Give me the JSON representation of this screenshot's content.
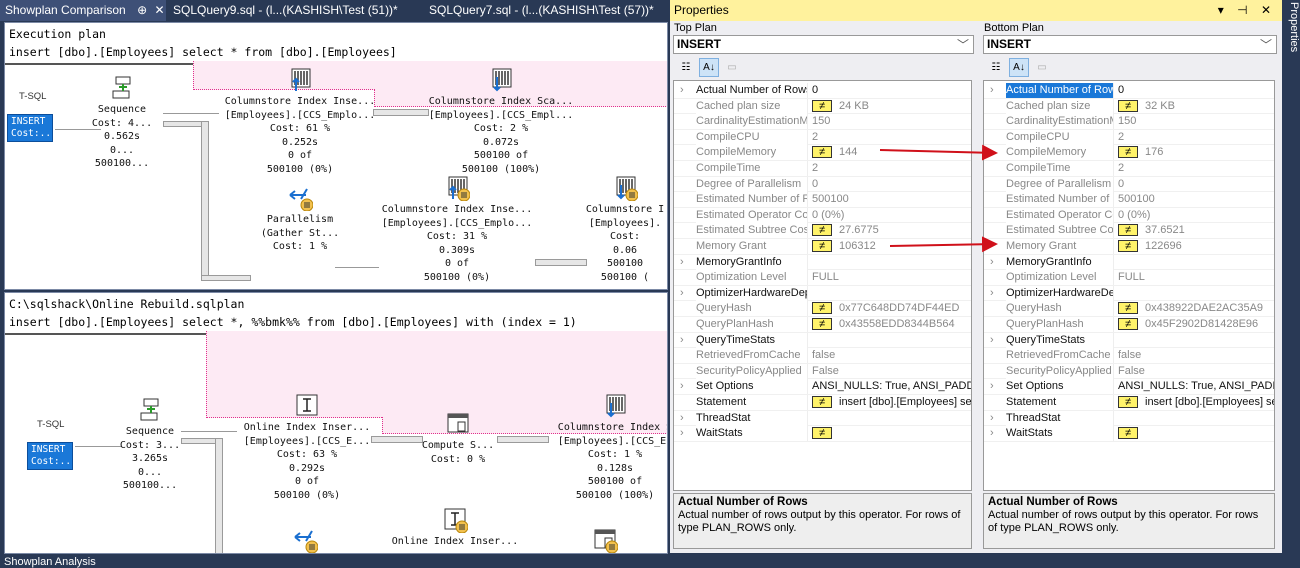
{
  "tabs": [
    {
      "label": "Showplan Comparison",
      "pin": "⊕",
      "close": "✕"
    },
    {
      "label": "SQLQuery9.sql - (l...(KASHISH\\Test (51))*"
    },
    {
      "label": "SQLQuery7.sql - (l...(KASHISH\\Test (57))*"
    }
  ],
  "top_plan": {
    "title": "Execution plan",
    "query": "insert [dbo].[Employees] select * from [dbo].[Employees]",
    "tsql": "T-SQL",
    "insert_lines": [
      "INSERT",
      "Cost:..."
    ],
    "nodes": [
      {
        "icon": "sequence-icon",
        "lines": [
          "Sequence",
          "Cost: 4...",
          "0.562s",
          "0...",
          "500100..."
        ]
      },
      {
        "icon": "columnstore-insert-icon",
        "lines": [
          "Columnstore Index Inse...",
          "[Employees].[CCS_Emplo...",
          "Cost: 61 %",
          "0.252s",
          "0 of",
          "500100 (0%)"
        ]
      },
      {
        "icon": "columnstore-scan-icon",
        "lines": [
          "Columnstore Index Sca...",
          "[Employees].[CCS_Empl...",
          "Cost: 2 %",
          "0.072s",
          "500100 of",
          "500100 (100%)"
        ]
      },
      {
        "icon": "parallelism-icon",
        "lines": [
          "Parallelism",
          "(Gather St...",
          "Cost: 1 %"
        ]
      },
      {
        "icon": "columnstore-insert-parallel-icon",
        "lines": [
          "Columnstore Index Inse...",
          "[Employees].[CCS_Emplo...",
          "Cost: 31 %",
          "0.309s",
          "0 of",
          "500100 (0%)"
        ]
      },
      {
        "icon": "columnstore-scan-parallel-icon",
        "lines": [
          "Columnstore I",
          "[Employees].",
          "Cost:",
          "0.06",
          "500100",
          "500100 ("
        ]
      }
    ]
  },
  "bottom_plan": {
    "title": "C:\\sqlshack\\Online Rebuild.sqlplan",
    "query": "insert [dbo].[Employees] select *, %%bmk%% from [dbo].[Employees] with (index = 1)",
    "tsql": "T-SQL",
    "insert_lines": [
      "INSERT",
      "Cost:..."
    ],
    "nodes": [
      {
        "icon": "sequence-icon",
        "lines": [
          "Sequence",
          "Cost: 3...",
          "3.265s",
          "0...",
          "500100..."
        ]
      },
      {
        "icon": "online-index-insert-icon",
        "lines": [
          "Online Index Inser...",
          "[Employees].[CCS_E...",
          "Cost: 63 %",
          "0.292s",
          "0 of",
          "500100 (0%)"
        ]
      },
      {
        "icon": "compute-scalar-icon",
        "lines": [
          "Compute S...",
          "Cost: 0 %"
        ]
      },
      {
        "icon": "columnstore-scan-icon",
        "lines": [
          "Columnstore Index S",
          "[Employees].[CCS_En",
          "Cost: 1 %",
          "0.128s",
          "500100 of",
          "500100 (100%)"
        ]
      },
      {
        "icon": "parallelism-icon",
        "lines": []
      },
      {
        "icon": "online-index-insert-parallel-icon",
        "lines": [
          "Online Index Inser..."
        ]
      },
      {
        "icon": "compute-scalar-parallel-icon",
        "lines": []
      }
    ]
  },
  "properties": {
    "title": "Properties",
    "controls": "▾ ⊣ ✕",
    "top": {
      "label": "Top Plan",
      "selected": "INSERT",
      "rows": [
        {
          "name": "Actual Number of Rows",
          "value": "0",
          "exp": true,
          "bold": true
        },
        {
          "name": "Cached plan size",
          "value": "24 KB",
          "neq": true
        },
        {
          "name": "CardinalityEstimationModelVersion",
          "value": "150"
        },
        {
          "name": "CompileCPU",
          "value": "2"
        },
        {
          "name": "CompileMemory",
          "value": "144",
          "neq": true
        },
        {
          "name": "CompileTime",
          "value": "2"
        },
        {
          "name": "Degree of Parallelism",
          "value": "0"
        },
        {
          "name": "Estimated Number of Rows",
          "value": "500100"
        },
        {
          "name": "Estimated Operator Cost",
          "value": "0 (0%)"
        },
        {
          "name": "Estimated Subtree Cost",
          "value": "27.6775",
          "neq": true
        },
        {
          "name": "Memory Grant",
          "value": "106312",
          "neq": true
        },
        {
          "name": "MemoryGrantInfo",
          "value": "",
          "exp": true,
          "bold": true
        },
        {
          "name": "Optimization Level",
          "value": "FULL"
        },
        {
          "name": "OptimizerHardwareDependentProperties",
          "value": "",
          "exp": true,
          "bold": true
        },
        {
          "name": "QueryHash",
          "value": "0x77C648DD74DF44ED",
          "neq": true
        },
        {
          "name": "QueryPlanHash",
          "value": "0x43558EDD8344B564",
          "neq": true
        },
        {
          "name": "QueryTimeStats",
          "value": "",
          "exp": true,
          "bold": true
        },
        {
          "name": "RetrievedFromCache",
          "value": "false"
        },
        {
          "name": "SecurityPolicyApplied",
          "value": "False"
        },
        {
          "name": "Set Options",
          "value": "ANSI_NULLS: True, ANSI_PADDING",
          "exp": true,
          "bold": true
        },
        {
          "name": "Statement",
          "value": "insert [dbo].[Employees] select",
          "neq": true,
          "bold": true
        },
        {
          "name": "ThreadStat",
          "value": "",
          "exp": true,
          "bold": true
        },
        {
          "name": "WaitStats",
          "value": "",
          "exp": true,
          "bold": true,
          "neq": true
        }
      ]
    },
    "bottom": {
      "label": "Bottom Plan",
      "selected": "INSERT",
      "rows": [
        {
          "name": "Actual Number of Rows",
          "value": "0",
          "exp": true,
          "bold": true,
          "selected": true
        },
        {
          "name": "Cached plan size",
          "value": "32 KB",
          "neq": true
        },
        {
          "name": "CardinalityEstimationModelVersion",
          "value": "150"
        },
        {
          "name": "CompileCPU",
          "value": "2"
        },
        {
          "name": "CompileMemory",
          "value": "176",
          "neq": true
        },
        {
          "name": "CompileTime",
          "value": "2"
        },
        {
          "name": "Degree of Parallelism",
          "value": "0"
        },
        {
          "name": "Estimated Number of Rows",
          "value": "500100"
        },
        {
          "name": "Estimated Operator Cost",
          "value": "0 (0%)"
        },
        {
          "name": "Estimated Subtree Cost",
          "value": "37.6521",
          "neq": true
        },
        {
          "name": "Memory Grant",
          "value": "122696",
          "neq": true
        },
        {
          "name": "MemoryGrantInfo",
          "value": "",
          "exp": true,
          "bold": true
        },
        {
          "name": "Optimization Level",
          "value": "FULL"
        },
        {
          "name": "OptimizerHardwareDependentProperties",
          "value": "",
          "exp": true,
          "bold": true
        },
        {
          "name": "QueryHash",
          "value": "0x438922DAE2AC35A9",
          "neq": true
        },
        {
          "name": "QueryPlanHash",
          "value": "0x45F2902D81428E96",
          "neq": true
        },
        {
          "name": "QueryTimeStats",
          "value": "",
          "exp": true,
          "bold": true
        },
        {
          "name": "RetrievedFromCache",
          "value": "false"
        },
        {
          "name": "SecurityPolicyApplied",
          "value": "False"
        },
        {
          "name": "Set Options",
          "value": "ANSI_NULLS: True, ANSI_PADDING",
          "exp": true,
          "bold": true
        },
        {
          "name": "Statement",
          "value": "insert [dbo].[Employees] select",
          "neq": true,
          "bold": true
        },
        {
          "name": "ThreadStat",
          "value": "",
          "exp": true,
          "bold": true
        },
        {
          "name": "WaitStats",
          "value": "",
          "exp": true,
          "bold": true,
          "neq": true
        }
      ]
    },
    "description": {
      "title": "Actual Number of Rows",
      "text": "Actual number of rows output by this operator. For rows of type PLAN_ROWS only."
    },
    "neq_symbol": "≠",
    "expander": "›"
  },
  "side_tab": "Properties",
  "status": "Showplan Analysis",
  "colors": {
    "accent": "#1a78d8",
    "title_bar": "#fff29d",
    "chrome": "#293955",
    "arrow": "#d0101a",
    "missing_index_bg": "#fdeaf4"
  }
}
